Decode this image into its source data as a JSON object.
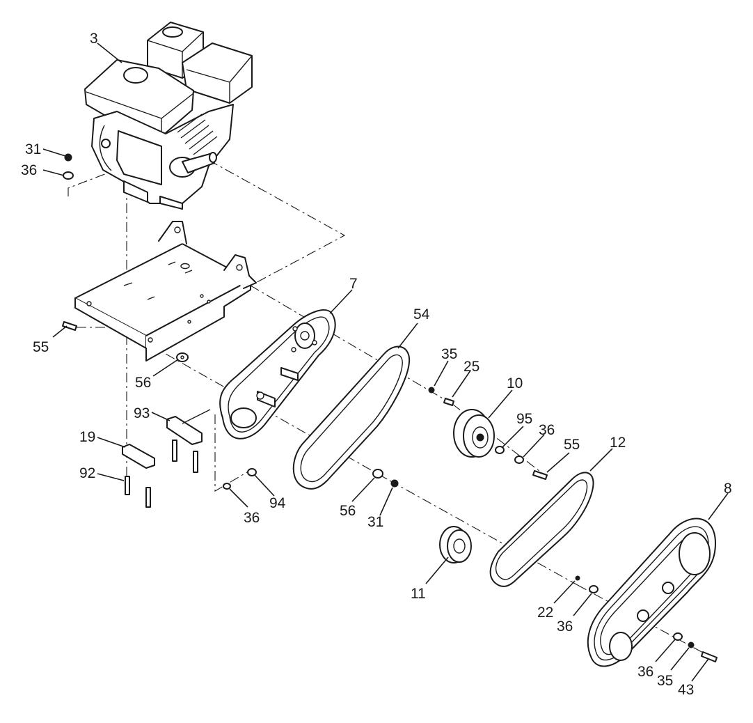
{
  "diagram": {
    "callouts": {
      "c3": "3",
      "c31a": "31",
      "c36a": "36",
      "c55a": "55",
      "c56a": "56",
      "c7": "7",
      "c54": "54",
      "c35a": "35",
      "c25": "25",
      "c10": "10",
      "c95": "95",
      "c36b": "36",
      "c55b": "55",
      "c12": "12",
      "c93": "93",
      "c19": "19",
      "c92": "92",
      "c94": "94",
      "c36c": "36",
      "c56b": "56",
      "c31b": "31",
      "c11": "11",
      "c8": "8",
      "c22": "22",
      "c36d": "36",
      "c36e": "36",
      "c35b": "35",
      "c43": "43"
    }
  }
}
